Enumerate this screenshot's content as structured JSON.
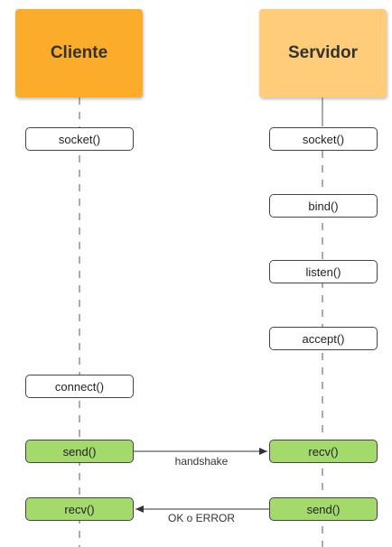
{
  "actors": {
    "client": {
      "label": "Cliente",
      "color": "#fcac2b"
    },
    "server": {
      "label": "Servidor",
      "color": "#ffcc7a"
    }
  },
  "client_steps": [
    {
      "label": "socket()",
      "highlight": false
    },
    {
      "label": "connect()",
      "highlight": false
    },
    {
      "label": "send()",
      "highlight": true
    },
    {
      "label": "recv()",
      "highlight": true
    }
  ],
  "server_steps": [
    {
      "label": "socket()",
      "highlight": false
    },
    {
      "label": "bind()",
      "highlight": false
    },
    {
      "label": "listen()",
      "highlight": false
    },
    {
      "label": "accept()",
      "highlight": false
    },
    {
      "label": "recv()",
      "highlight": true
    },
    {
      "label": "send()",
      "highlight": true
    }
  ],
  "messages": [
    {
      "label": "handshake",
      "from": "client",
      "to": "server"
    },
    {
      "label": "OK o ERROR",
      "from": "server",
      "to": "client"
    }
  ],
  "highlight_color": "#a4d96c"
}
